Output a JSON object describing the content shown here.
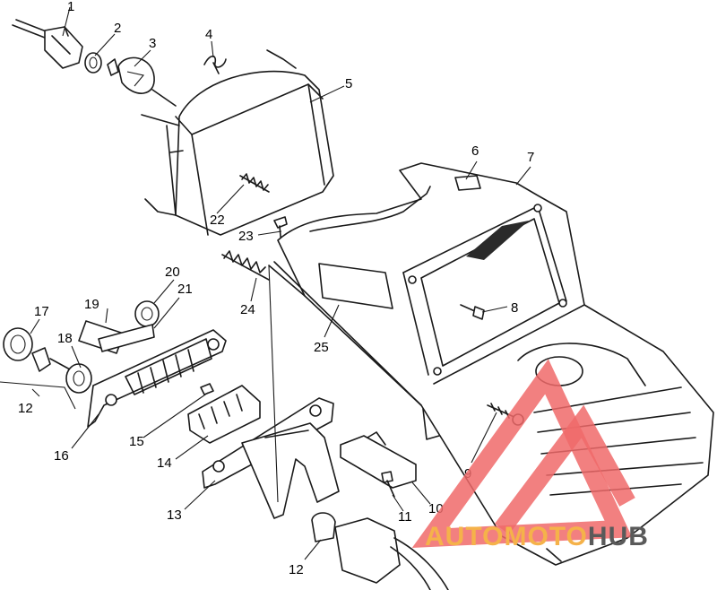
{
  "diagram": {
    "labels": {
      "l1": "1",
      "l2": "2",
      "l3": "3",
      "l4": "4",
      "l5": "5",
      "l6": "6",
      "l7": "7",
      "l8": "8",
      "l9": "9",
      "l10": "10",
      "l11": "11",
      "l12a": "12",
      "l12b": "12",
      "l13": "13",
      "l14": "14",
      "l15": "15",
      "l16": "16",
      "l17": "17",
      "l18": "18",
      "l19": "19",
      "l20": "20",
      "l21": "21",
      "l22": "22",
      "l23": "23",
      "l24": "24",
      "l25": "25"
    }
  },
  "watermark": {
    "word_a": "AUTOMOTO",
    "word_b": "HUB",
    "color_a": "#f5b24a",
    "color_b": "#5a5a5a",
    "logo_color": "#f06a6a"
  }
}
